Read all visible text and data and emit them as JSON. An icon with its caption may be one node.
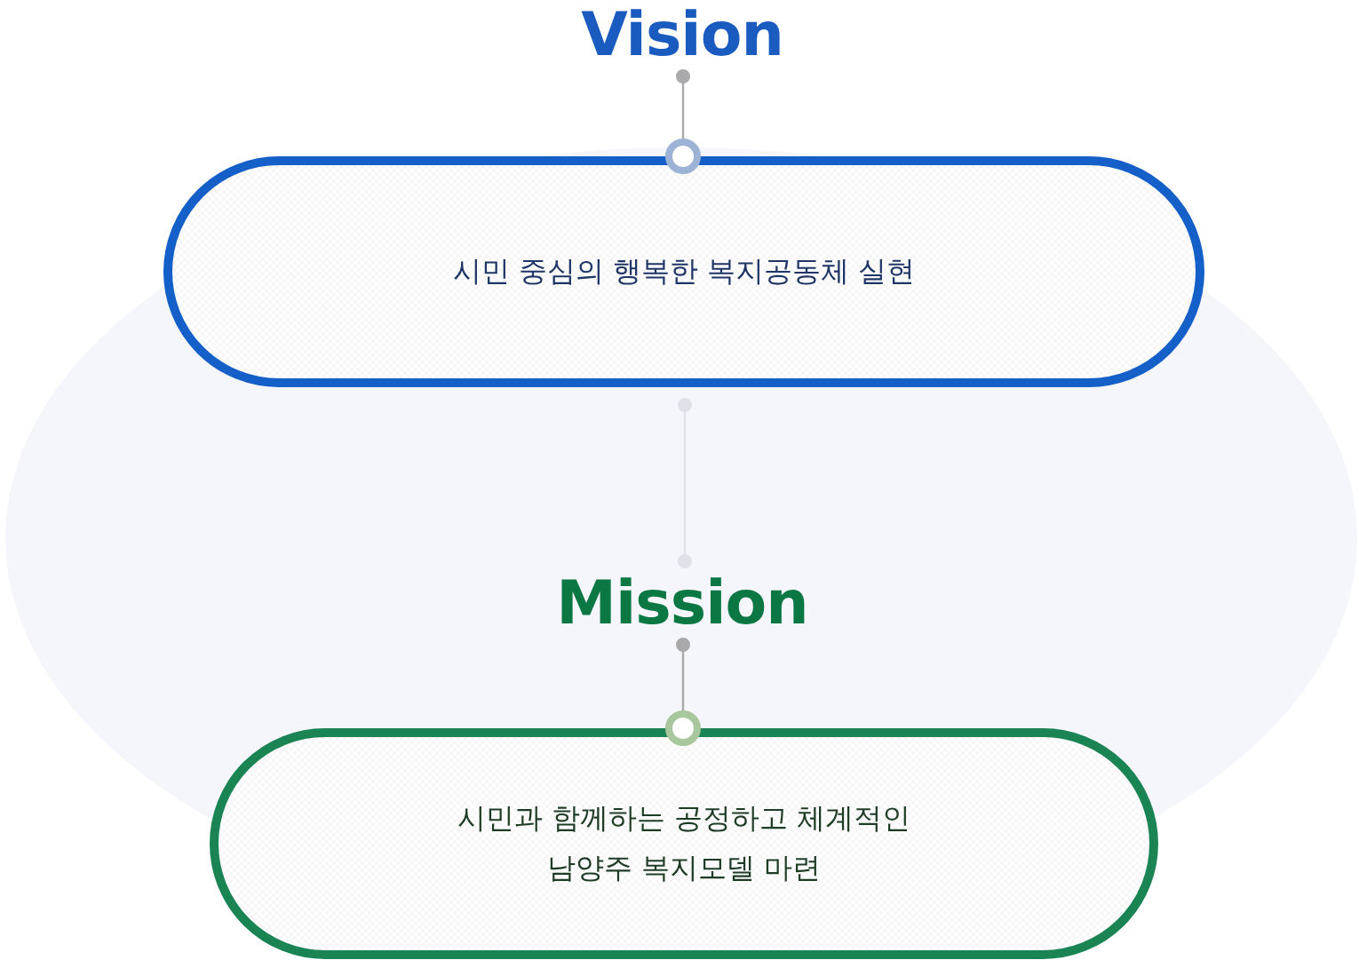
{
  "diagram": {
    "nodes": [
      {
        "text": [
          "Vision"
        ]
      },
      {
        "text": [
          "시민 중심의 행복한 복지공동체 실현"
        ]
      },
      {
        "text": [
          "Mission"
        ]
      },
      {
        "text": [
          "시민과 함께하는 공정하고 체계적인 남양주 복지모델 마련"
        ]
      }
    ],
    "edges": [
      {
        "from": 0,
        "to": 1,
        "arrow": "other"
      },
      {
        "from": 1,
        "to": 2,
        "arrow": "other",
        "color": "#dfe1e8"
      },
      {
        "from": 2,
        "to": 3,
        "arrow": "other"
      }
    ]
  }
}
